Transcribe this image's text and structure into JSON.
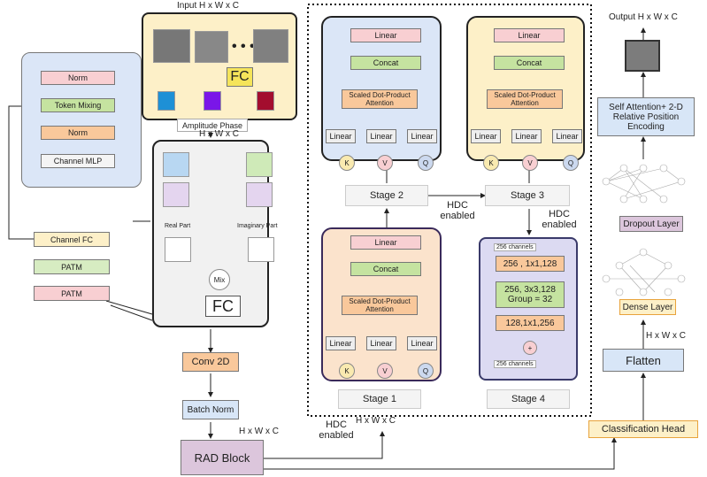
{
  "input_label": "Input H x W x C",
  "output_label": "Output H x W x C",
  "fc_label": "FC",
  "amplitude_phase": "Amplitude Phase",
  "hwc": "H x W x C",
  "mixer": {
    "norm1": "Norm",
    "token_mixing": "Token Mixing",
    "norm2": "Norm",
    "channel_mlp": "Channel MLP"
  },
  "left_stack": {
    "channel_fc": "Channel FC",
    "patm1": "PATM",
    "patm2": "PATM"
  },
  "fourier": {
    "real_part": "Real Part",
    "imag_part": "Imaginary Part",
    "mix": "Mix",
    "fc": "FC"
  },
  "conv2d": "Conv 2D",
  "batch_norm": "Batch Norm",
  "rad_block": "RAD Block",
  "hdc_enabled": "HDC enabled",
  "attention": {
    "linear": "Linear",
    "concat": "Concat",
    "sdpa": "Scaled Dot-Product Attention",
    "k": "K",
    "v": "V",
    "q": "Q"
  },
  "stages": {
    "s1": "Stage 1",
    "s2": "Stage 2",
    "s3": "Stage 3",
    "s4": "Stage 4"
  },
  "bottleneck": {
    "in_ch": "256 channels",
    "l1": "256 , 1x1,128",
    "l2": "256, 3x3,128 Group = 32",
    "l3": "128,1x1,256",
    "plus": "+",
    "out_ch": "256 channels"
  },
  "right": {
    "self_attention": "Self Attention+ 2-D Relative Position Encoding",
    "dropout": "Dropout Layer",
    "dense": "Dense Layer",
    "flatten": "Flatten",
    "classification_head": "Classification Head"
  },
  "colors": {
    "blue_panel": "#dbe6f7",
    "yellow_panel": "#fdf0c8",
    "peach_panel": "#fbe3cc",
    "lavender_panel": "#dcdaf2",
    "orange_box": "#f9c89b",
    "green_box": "#c5e3a0",
    "pink_box": "#f8cfd2",
    "blue_box": "#d8e6f7"
  }
}
